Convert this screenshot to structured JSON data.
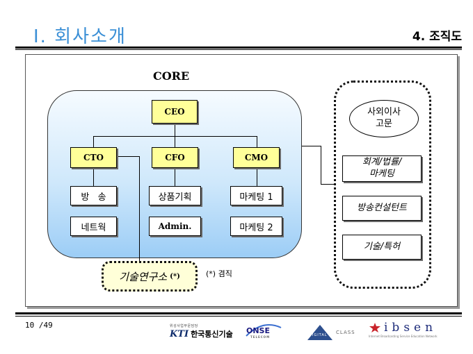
{
  "header": {
    "title": "Ⅰ. 회사소개",
    "section": "4. 조직도"
  },
  "diagram": {
    "core_label": "CORE",
    "ceo": "CEO",
    "cto": "CTO",
    "cfo": "CFO",
    "cmo": "CMO",
    "cto_teams": [
      "방   송",
      "네트웍"
    ],
    "cfo_teams": [
      "상품기획",
      "Admin."
    ],
    "cmo_teams": [
      "마케팅 1",
      "마케팅 2"
    ],
    "advisors": {
      "board": [
        "사외이사",
        "고문"
      ],
      "accounting": [
        "회계/법률/",
        "마케팅"
      ],
      "broadcast_consultant": "방송컨설턴트",
      "tech_patent": "기술/특허"
    },
    "lab": {
      "label": "기술연구소",
      "mark": "(*)"
    },
    "note": "(*) 겸직"
  },
  "footer": {
    "page_number": "10 /49",
    "logos": {
      "kti_tagline": "위성사업부문담당",
      "kti_mark": "KTI",
      "kti_name": "한국통신기술",
      "onse": "ONSE",
      "onse_sub": "TELECOM",
      "digital_left": "DIGITAL",
      "digital_right": "CLASS",
      "ibsen": "ibsen",
      "ibsen_sub": "Internet Broadcasting Service Education Network"
    }
  },
  "colors": {
    "title": "#3a8fd6",
    "exec_box": "#ffff99",
    "lab_box": "#ffffd8",
    "core_gradient_bottom": "#9ccdf6"
  }
}
